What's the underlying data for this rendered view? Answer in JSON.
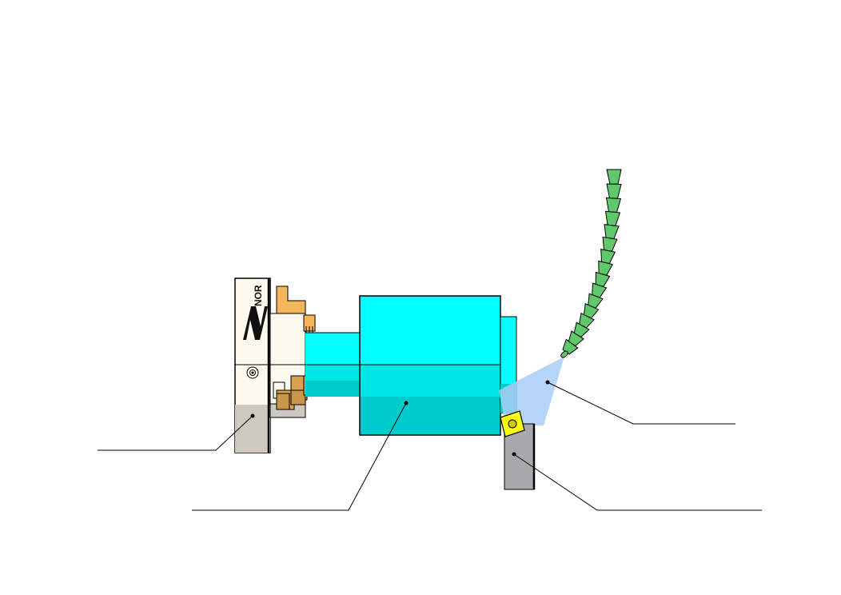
{
  "figure": {
    "brand_text": "NOR",
    "brand_logo_icon": "italic-N-logo",
    "callouts": [
      {
        "id": "chuck-jaw",
        "label": ""
      },
      {
        "id": "workpiece",
        "label": ""
      },
      {
        "id": "coolant-spray",
        "label": ""
      },
      {
        "id": "cutting-tool",
        "label": ""
      }
    ]
  },
  "colors": {
    "workpiece_light": "#00ffff",
    "workpiece_shade": "#00cccc",
    "workpiece_mid": "#00e6e6",
    "chuck_body": "#fffaf0",
    "chuck_gray": "#cdc8c0",
    "jaw_orange": "#f5b55a",
    "jaw_dark": "#c9964a",
    "tool_gray": "#a9a9ad",
    "insert_yellow": "#ffff00",
    "nozzle_green": "#5fc86a",
    "spray_blue": "#a9cdf4",
    "line": "#000000"
  }
}
